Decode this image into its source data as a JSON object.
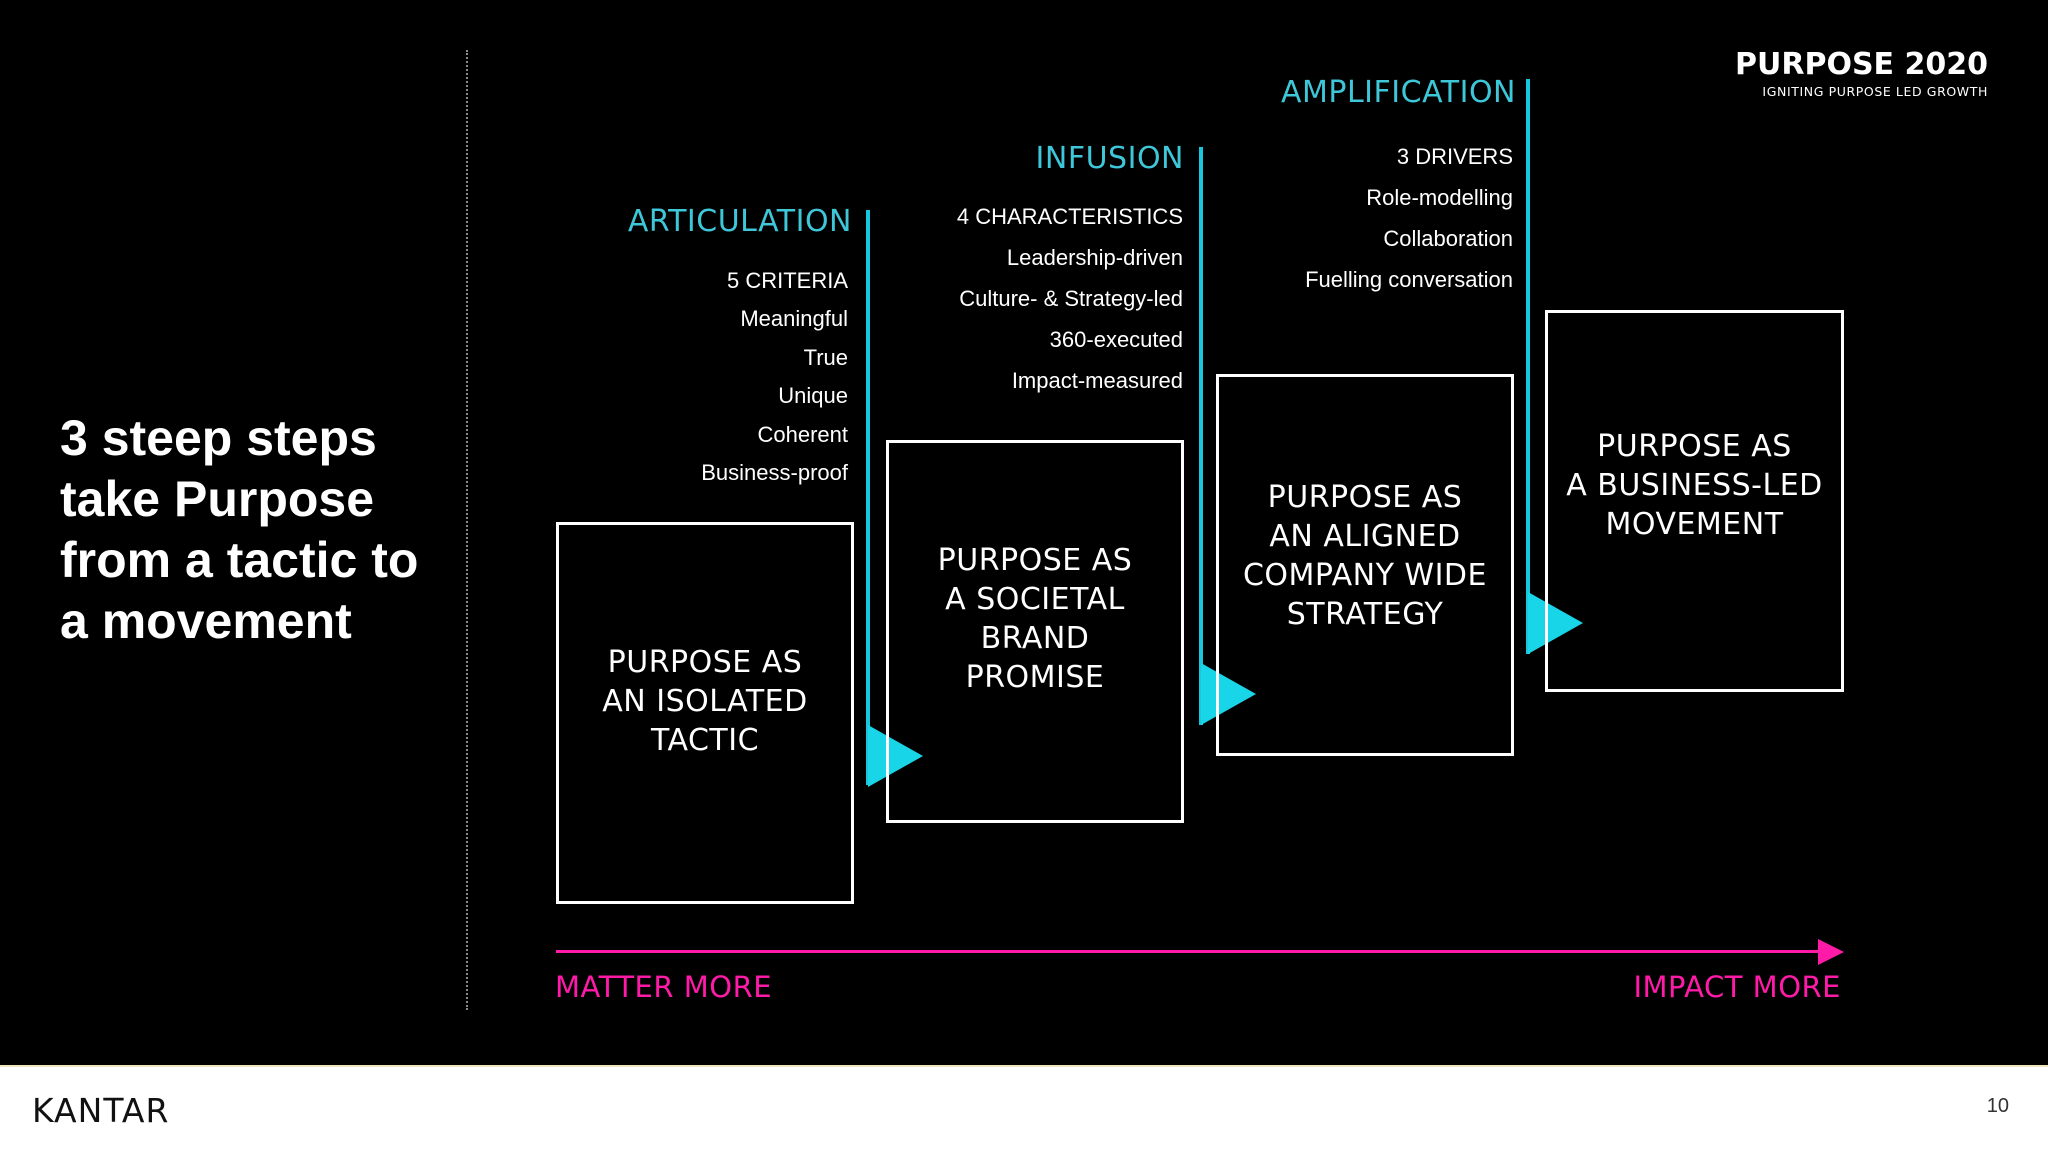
{
  "brand": {
    "title": "PURPOSE 2020",
    "subtitle": "IGNITING PURPOSE LED GROWTH"
  },
  "headline": {
    "lines": [
      "3 steep steps",
      "take Purpose",
      "from a tactic to",
      "a movement"
    ]
  },
  "stages": [
    {
      "title": "ARTICULATION",
      "heading": "5 CRITERIA",
      "items": [
        "Meaningful",
        "True",
        "Unique",
        "Coherent",
        "Business-proof"
      ]
    },
    {
      "title": "INFUSION",
      "heading": "4 CHARACTERISTICS",
      "items": [
        "Leadership-driven",
        "Culture- & Strategy-led",
        "360-executed",
        "Impact-measured"
      ]
    },
    {
      "title": "AMPLIFICATION",
      "heading": "3 DRIVERS",
      "items": [
        "Role-modelling",
        "Collaboration",
        "Fuelling conversation"
      ]
    }
  ],
  "steps": [
    {
      "lines": [
        "PURPOSE AS",
        "AN ISOLATED",
        "TACTIC"
      ]
    },
    {
      "lines": [
        "PURPOSE AS",
        "A SOCIETAL",
        "BRAND",
        "PROMISE"
      ]
    },
    {
      "lines": [
        "PURPOSE AS",
        "AN ALIGNED",
        "COMPANY WIDE",
        "STRATEGY"
      ]
    },
    {
      "lines": [
        "PURPOSE AS",
        "A BUSINESS-LED",
        "MOVEMENT"
      ]
    }
  ],
  "axis": {
    "left_label": "MATTER MORE",
    "right_label": "IMPACT MORE"
  },
  "footer": {
    "logo": "KANTAR",
    "page_number": "10"
  },
  "colors": {
    "stage_accent": "#3dc7d8",
    "arrow_accent": "#18d5e8",
    "axis_accent": "#ff1aa8",
    "background": "#000000"
  }
}
